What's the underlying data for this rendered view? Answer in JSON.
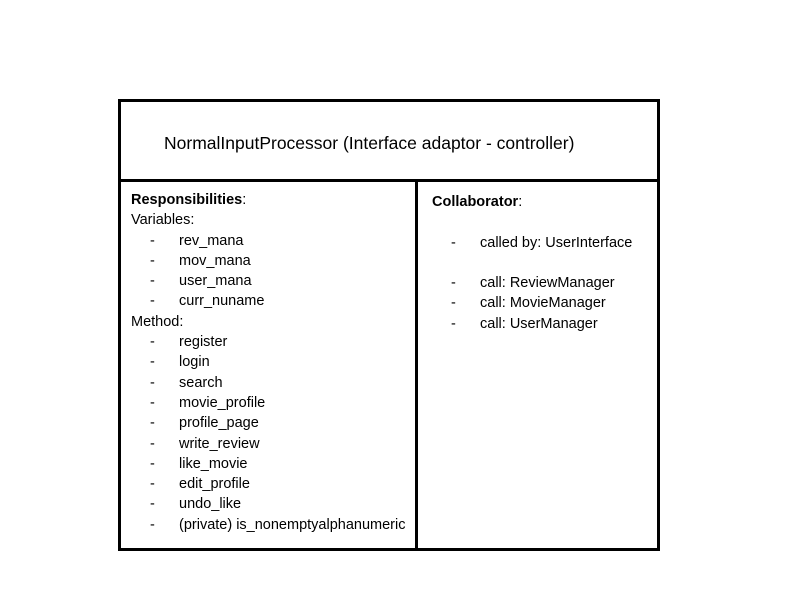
{
  "card": {
    "title": "NormalInputProcessor (Interface adaptor - controller)",
    "responsibilities": {
      "heading": "Responsibilities",
      "heading_suffix": ":",
      "variables_label": "Variables:",
      "variables": [
        "rev_mana",
        "mov_mana",
        "user_mana",
        "curr_nuname"
      ],
      "method_label": "Method:",
      "methods": [
        "register",
        "login",
        "search",
        "movie_profile",
        "profile_page",
        "write_review",
        "like_movie",
        "edit_profile",
        "undo_like",
        "(private) is_nonemptyalphanumeric"
      ]
    },
    "collaborator": {
      "heading": "Collaborator",
      "heading_suffix": ":",
      "called_by": [
        "called by: UserInterface"
      ],
      "calls": [
        "call: ReviewManager",
        "call: MovieManager",
        "call: UserManager"
      ]
    },
    "bullet": "-"
  }
}
